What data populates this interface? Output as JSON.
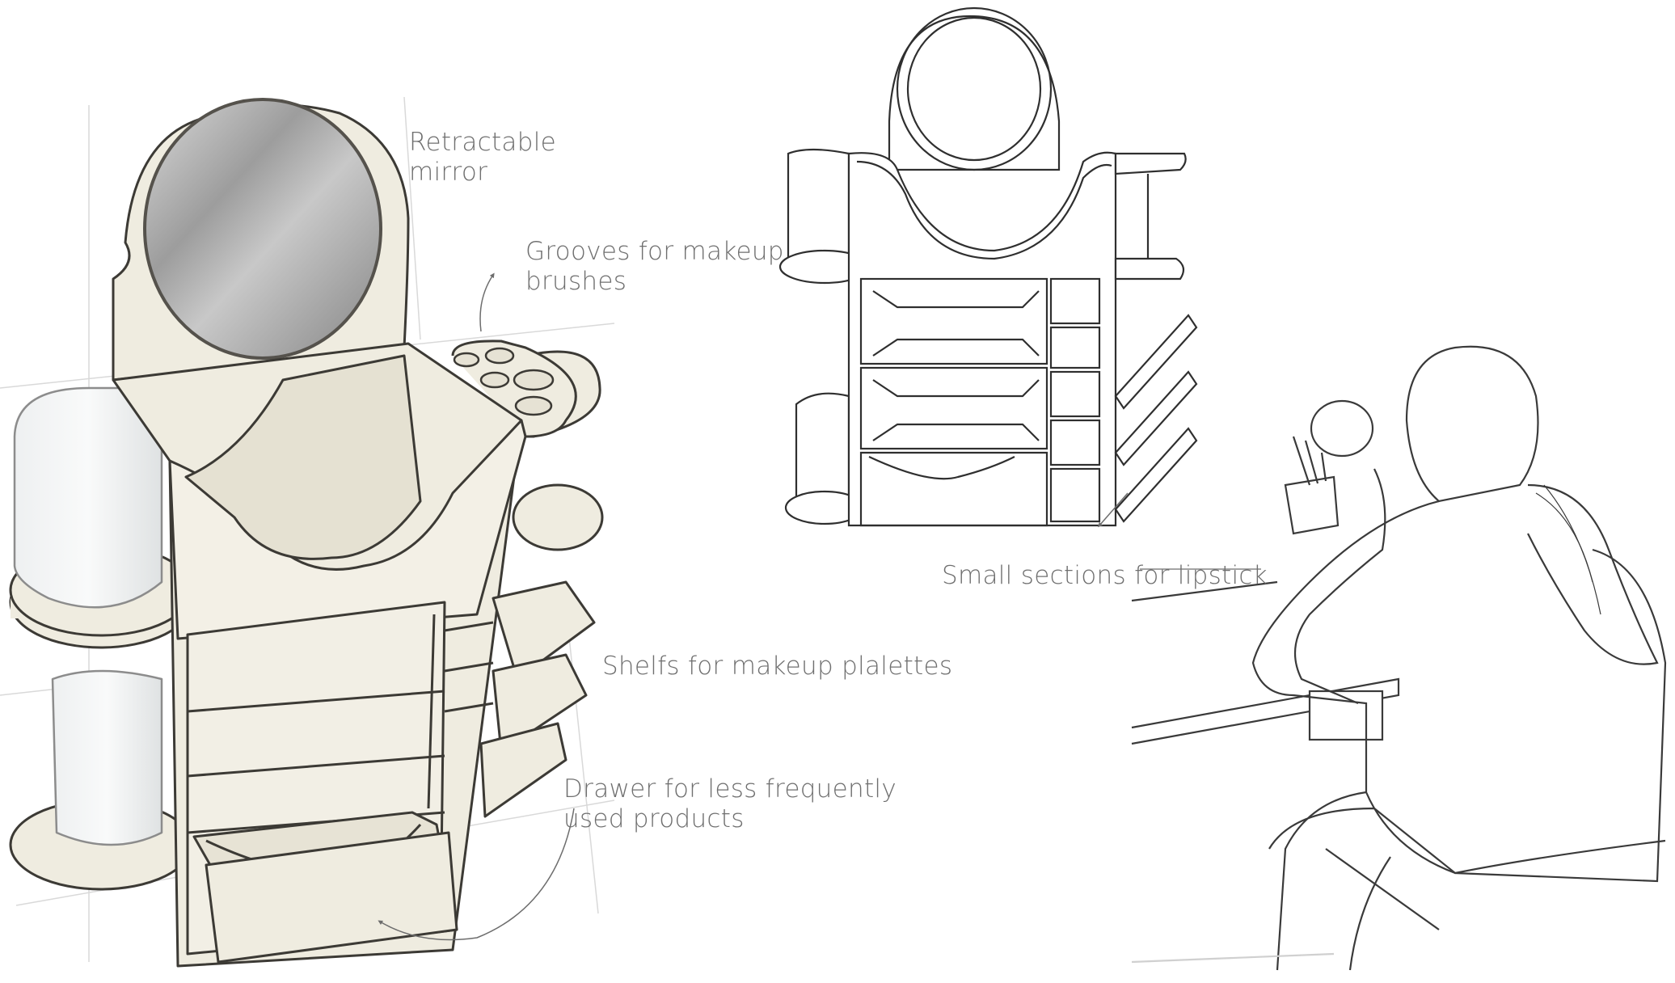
{
  "labels": {
    "mirror": [
      "Retractable",
      "mirror"
    ],
    "grooves": [
      "Grooves for makeup",
      "brushes"
    ],
    "lipstick": [
      "Small sections for lipstick"
    ],
    "shelfs": [
      "Shelfs for makeup plalettes"
    ],
    "drawer": [
      "Drawer for less frequently",
      "used products"
    ]
  },
  "colors": {
    "wood": "#efece0",
    "wood_shade": "#ddd9ca",
    "outline": "#3c3a35",
    "mirror": "#a9a9a9",
    "label": "#6f6f6f",
    "arrow": "#6d6d6d"
  }
}
